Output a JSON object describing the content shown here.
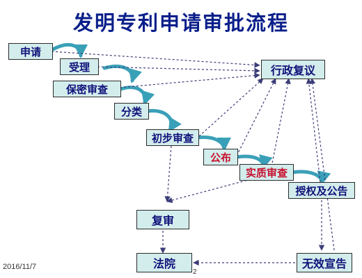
{
  "title": "发明专利申请审批流程",
  "nodes": {
    "apply": "申请",
    "accept": "受理",
    "secrecy_review": "保密审查",
    "classify": "分类",
    "preliminary_exam": "初步审查",
    "publish": "公布",
    "substantive_exam": "实质审查",
    "grant_announce": "授权及公告",
    "admin_review": "行政复议",
    "reexamination": "复审",
    "court": "法院",
    "invalidation": "无效宣告"
  },
  "colors": {
    "title": "#0a1f8a",
    "box_fill": "#d3ecec",
    "box_text": "#10127a",
    "highlight_text": "#c8102e",
    "curved_arrow": "#3aa0b8",
    "dashed_arrow": "#3c3c78"
  },
  "footer": {
    "date": "2016/11/7",
    "page_number": "2"
  }
}
